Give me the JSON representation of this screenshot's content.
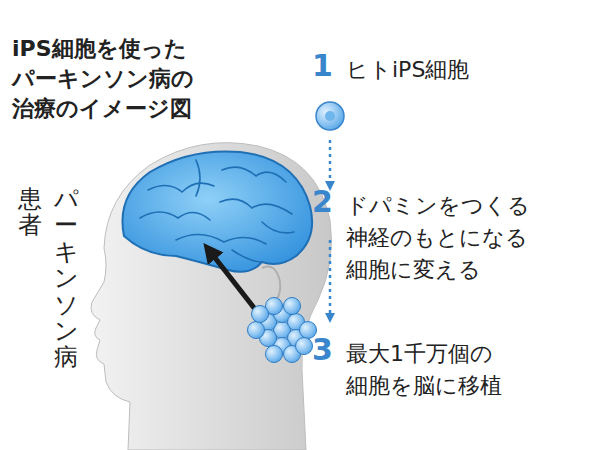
{
  "diagram": {
    "title": "iPS細胞を使った パーキンソン病の 治療のイメージ図",
    "labels": [
      "1",
      "ヒトiPS細胞",
      "2",
      "ドパミンをつくる 神経のもとになる 細胞に変える",
      "3",
      "最大1千万個の 細胞を脳に移植",
      "パーキンソン病",
      "患者"
    ]
  }
}
